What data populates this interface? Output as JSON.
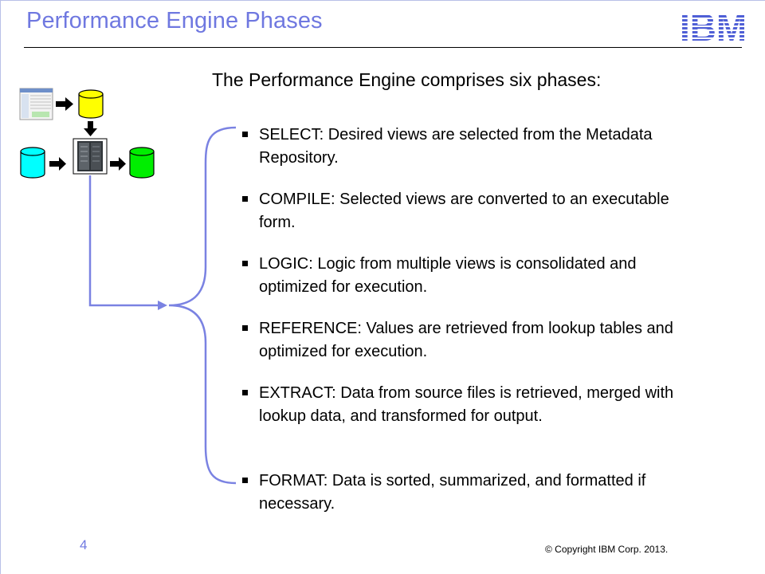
{
  "header": {
    "title": "Performance Engine Phases",
    "logo_text": "IBM"
  },
  "main": {
    "subtitle": "The Performance Engine comprises six phases:",
    "phases": [
      {
        "label": "SELECT: Desired views are selected from the Metadata Repository."
      },
      {
        "label": "COMPILE: Selected views are converted to an executable form."
      },
      {
        "label": "LOGIC: Logic from multiple views is consolidated and optimized for execution."
      },
      {
        "label": "REFERENCE: Values are retrieved from lookup tables and optimized for execution."
      },
      {
        "label": "EXTRACT:  Data from source files is retrieved, merged with lookup data, and transformed for output."
      },
      {
        "label": "FORMAT: Data is sorted, summarized, and formatted if necessary."
      }
    ]
  },
  "diagram": {
    "icons": [
      "screenshot-thumbnail-icon",
      "yellow-database-icon",
      "cyan-database-icon",
      "mainframe-server-icon",
      "green-database-icon",
      "arrow-right-icon",
      "arrow-down-icon"
    ],
    "colors": {
      "connector": "#7a82e2",
      "db_yellow": "#ffff00",
      "db_cyan": "#00ffff",
      "db_green": "#00ee00"
    }
  },
  "footer": {
    "page_number": "4",
    "copyright": "© Copyright  IBM Corp. 2013."
  },
  "theme": {
    "title_color": "#6f78e0",
    "accent_color": "#7a82e2"
  }
}
